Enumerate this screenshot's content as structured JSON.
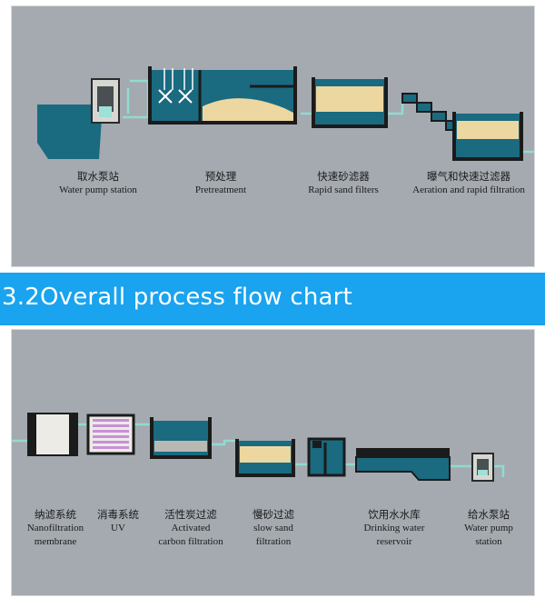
{
  "colors": {
    "panel_bg": "#a4aab0",
    "banner_bg": "#1aa3ee",
    "water": "#1a6a80",
    "pipe": "#8fdcd0",
    "sand": "#ecd7a0",
    "uv": "#c98fd8",
    "tank_frame": "#1b1b1b"
  },
  "banner": {
    "title": "3.2Overall process flow chart"
  },
  "top_stages": [
    {
      "zh": "取水泵站",
      "en": "Water pump station",
      "icon": "water-pump-station-icon"
    },
    {
      "zh": "预处理",
      "en": "Pretreatment",
      "icon": "pretreatment-tank-icon"
    },
    {
      "zh": "快速砂滤器",
      "en": "Rapid sand filters",
      "icon": "rapid-sand-filter-icon"
    },
    {
      "zh": "曝气和快速过滤器",
      "en": "Aeration and rapid filtration",
      "icon": "aeration-filter-icon"
    }
  ],
  "bottom_stages": [
    {
      "zh": "纳滤系统",
      "en1": "Nanofiltration",
      "en2": "membrane",
      "icon": "nanofiltration-membrane-icon"
    },
    {
      "zh": "消毒系统",
      "en1": "UV",
      "en2": "",
      "icon": "uv-disinfection-icon"
    },
    {
      "zh": "活性炭过滤",
      "en1": "Activated",
      "en2": "carbon filtration",
      "icon": "activated-carbon-filter-icon"
    },
    {
      "zh": "慢砂过滤",
      "en1": "slow sand",
      "en2": "filtration",
      "icon": "slow-sand-filter-icon"
    },
    {
      "zh": "饮用水水库",
      "en1": "Drinking water",
      "en2": "reservoir",
      "icon": "drinking-water-reservoir-icon"
    },
    {
      "zh": "给水泵站",
      "en1": "Water pump",
      "en2": "station",
      "icon": "supply-pump-station-icon"
    }
  ]
}
